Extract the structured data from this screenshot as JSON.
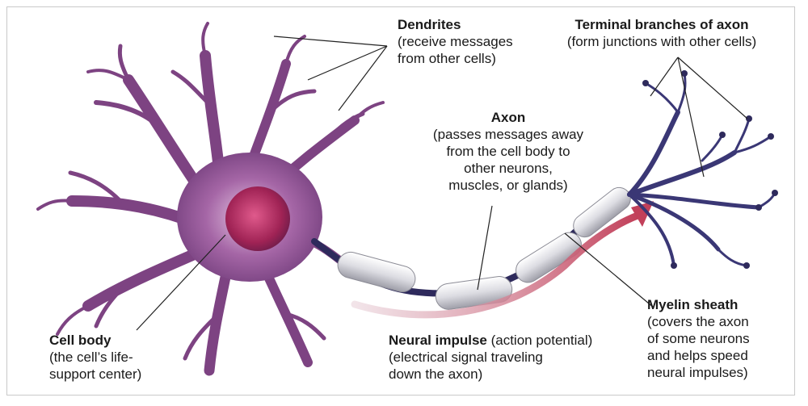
{
  "labels": {
    "dendrites": {
      "title": "Dendrites",
      "lines": [
        "(receive messages",
        "from other cells)"
      ]
    },
    "terminal": {
      "title": "Terminal branches of axon",
      "lines": [
        "(form junctions with other cells)"
      ]
    },
    "axon": {
      "title": "Axon",
      "lines": [
        "(passes messages away",
        "from the cell body to",
        "other neurons,",
        "muscles, or glands)"
      ]
    },
    "cell_body": {
      "title": "Cell body",
      "lines": [
        "(the cell’s life-",
        "support center)"
      ]
    },
    "neural_impulse": {
      "title": "Neural impulse",
      "title_suffix": " (action potential)",
      "lines": [
        "(electrical signal traveling",
        "down the axon)"
      ]
    },
    "myelin": {
      "title": "Myelin sheath",
      "lines": [
        "(covers the axon",
        "of some neurons",
        "and helps speed",
        "neural impulses)"
      ]
    }
  },
  "colors": {
    "neuron_body": "#8a4d8c",
    "nucleus": "#b0305e",
    "axon_dark": "#2e2a5c",
    "terminal_branches": "#3a3775",
    "myelin": "#e6e6ea",
    "impulse_arrow": "#c2405a",
    "leader_lines": "#222222"
  }
}
